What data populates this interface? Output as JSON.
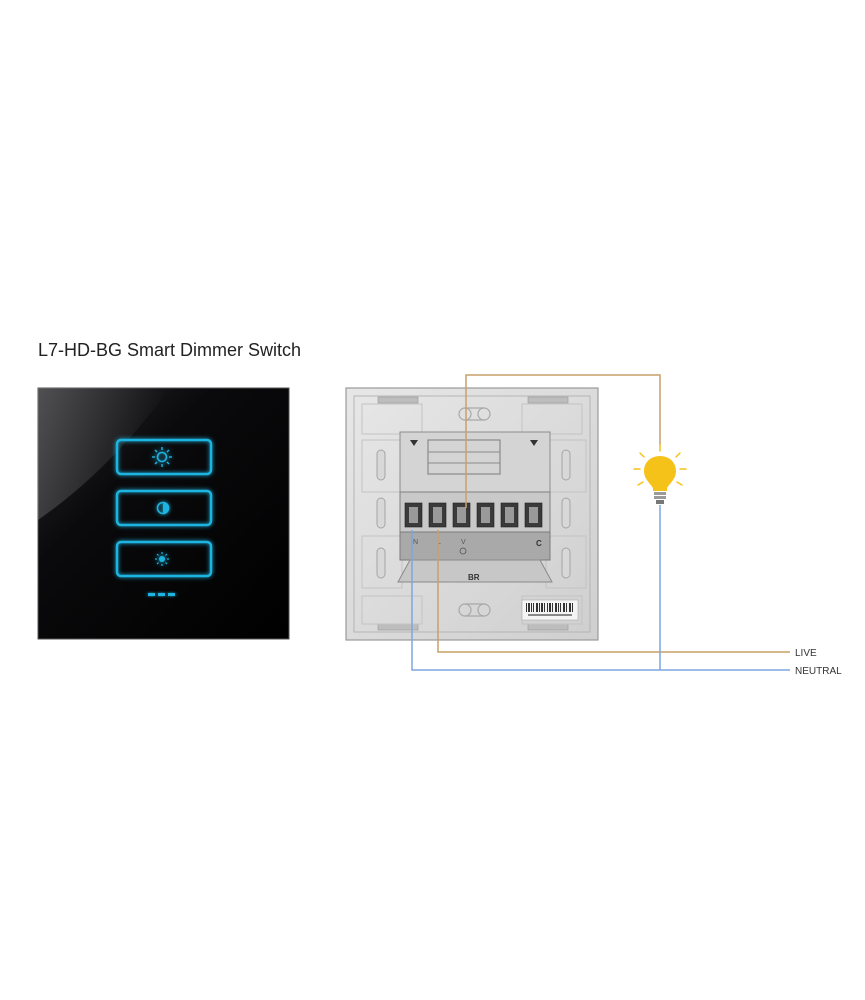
{
  "title": "L7-HD-BG Smart Dimmer Switch",
  "wires": {
    "live_label": "LIVE",
    "neutral_label": "NEUTRAL",
    "live_color": "#c9a06a",
    "neutral_color": "#7fa6e0"
  },
  "front_panel": {
    "buttons": [
      {
        "icon": "sun-bright-icon"
      },
      {
        "icon": "half-circle-icon"
      },
      {
        "icon": "sun-dim-icon"
      }
    ],
    "indicator": "dash-indicator",
    "glow_color": "#1fb4e0",
    "panel_color": "#0b0b0d"
  },
  "back_panel": {
    "terminal_marks": [
      "N",
      "L",
      "V",
      "C"
    ],
    "brand_mark": "BR"
  },
  "load_icon": "light-bulb-icon",
  "bulb_color": "#f5c21a"
}
